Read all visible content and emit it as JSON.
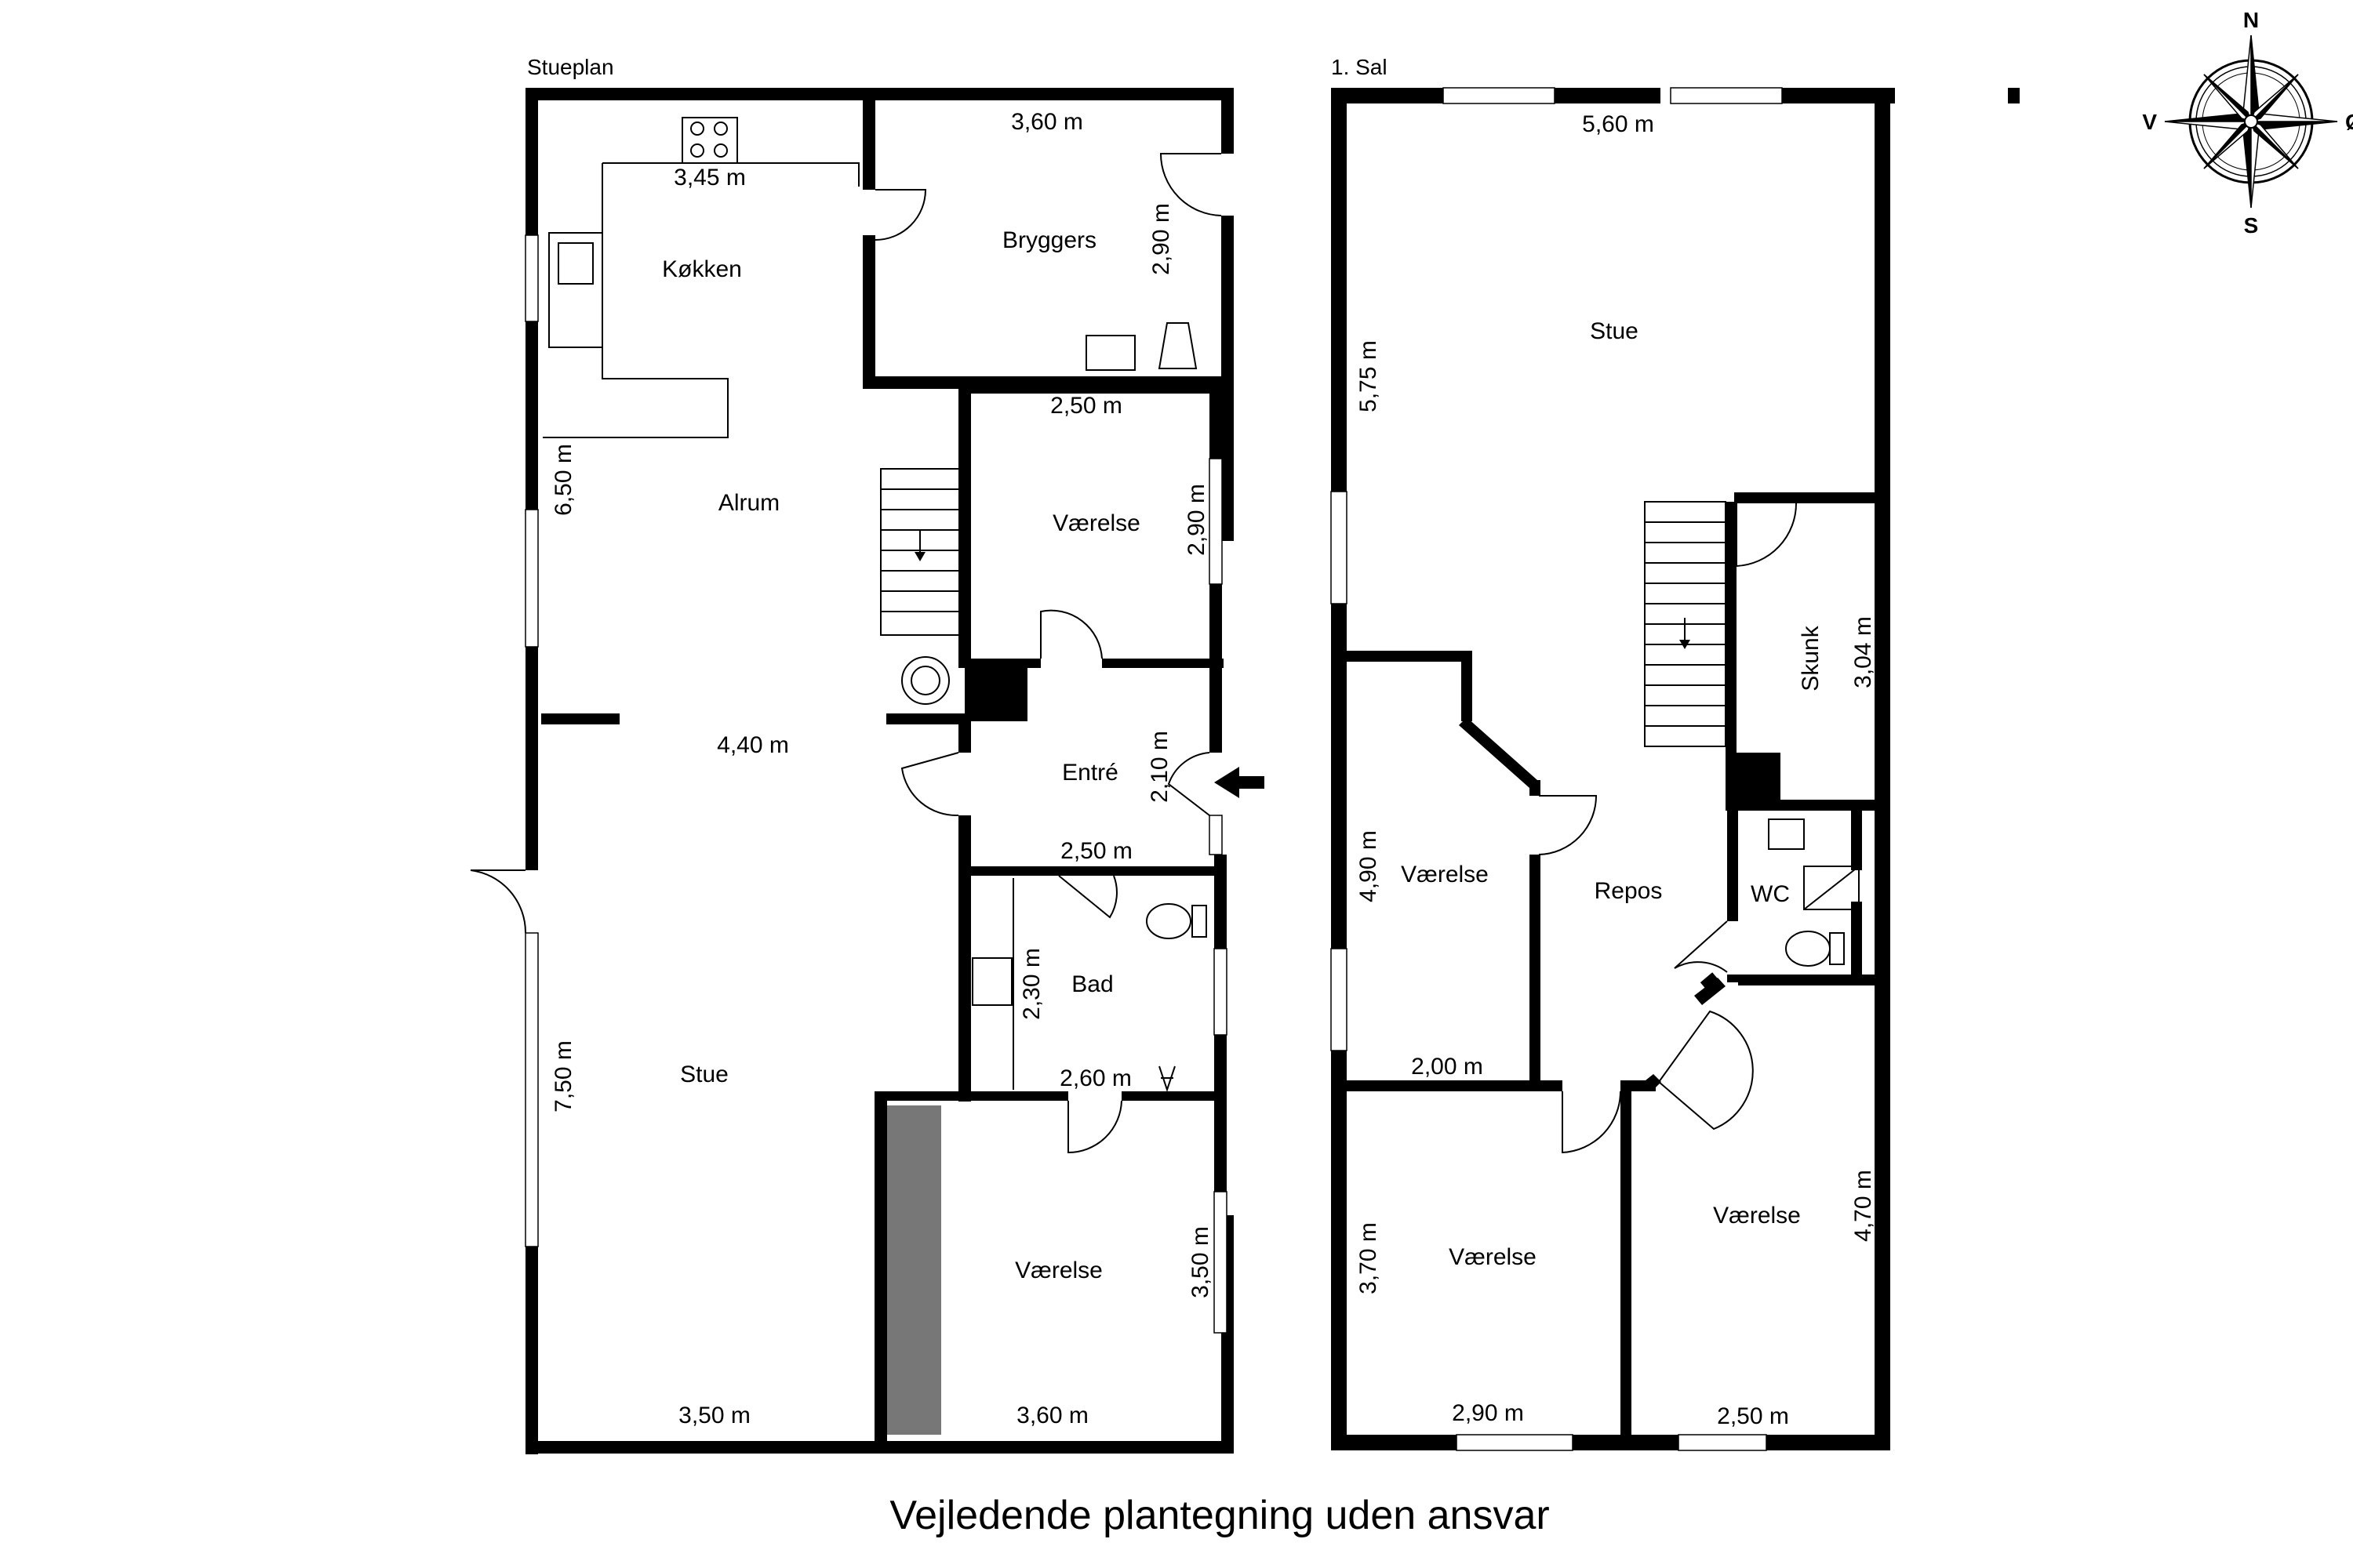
{
  "caption": "Vejledende plantegning uden ansvar",
  "ground_floor": {
    "title": "Stueplan",
    "rooms": {
      "kitchen": "Køkken",
      "utility": "Bryggers",
      "family_room": "Alrum",
      "bedroom_1": "Værelse",
      "entrance": "Entré",
      "bathroom": "Bad",
      "living_room": "Stue",
      "bedroom_2": "Værelse"
    },
    "dimensions": {
      "kitchen_width": "3,45 m",
      "utility_width": "3,60 m",
      "utility_depth": "2,90 m",
      "family_depth": "6,50 m",
      "bedroom1_width": "2,50 m",
      "bedroom1_depth": "2,90 m",
      "family_width": "4,40 m",
      "entrance_depth": "2,10 m",
      "entrance_width": "2,50 m",
      "bath_depth": "2,30 m",
      "bath_width": "2,60 m",
      "living_depth": "7,50 m",
      "living_width": "3,50 m",
      "bedroom2_width": "3,60 m",
      "bedroom2_depth": "3,50 m"
    }
  },
  "first_floor": {
    "title": "1. Sal",
    "rooms": {
      "living_room": "Stue",
      "attic": "Skunk",
      "bedroom_west": "Værelse",
      "landing": "Repos",
      "toilet": "WC",
      "bedroom_sw": "Værelse",
      "bedroom_se": "Værelse"
    },
    "dimensions": {
      "living_width": "5,60 m",
      "living_depth": "5,75 m",
      "attic_depth": "3,04 m",
      "bedroom_west_depth": "4,90 m",
      "bedroom_west_width": "2,00 m",
      "bedroom_sw_depth": "3,70 m",
      "bedroom_sw_width": "2,90 m",
      "bedroom_se_depth": "4,70 m",
      "bedroom_se_width": "2,50 m"
    }
  },
  "compass": {
    "north": "N",
    "south": "S",
    "east": "Ø",
    "west": "V"
  }
}
